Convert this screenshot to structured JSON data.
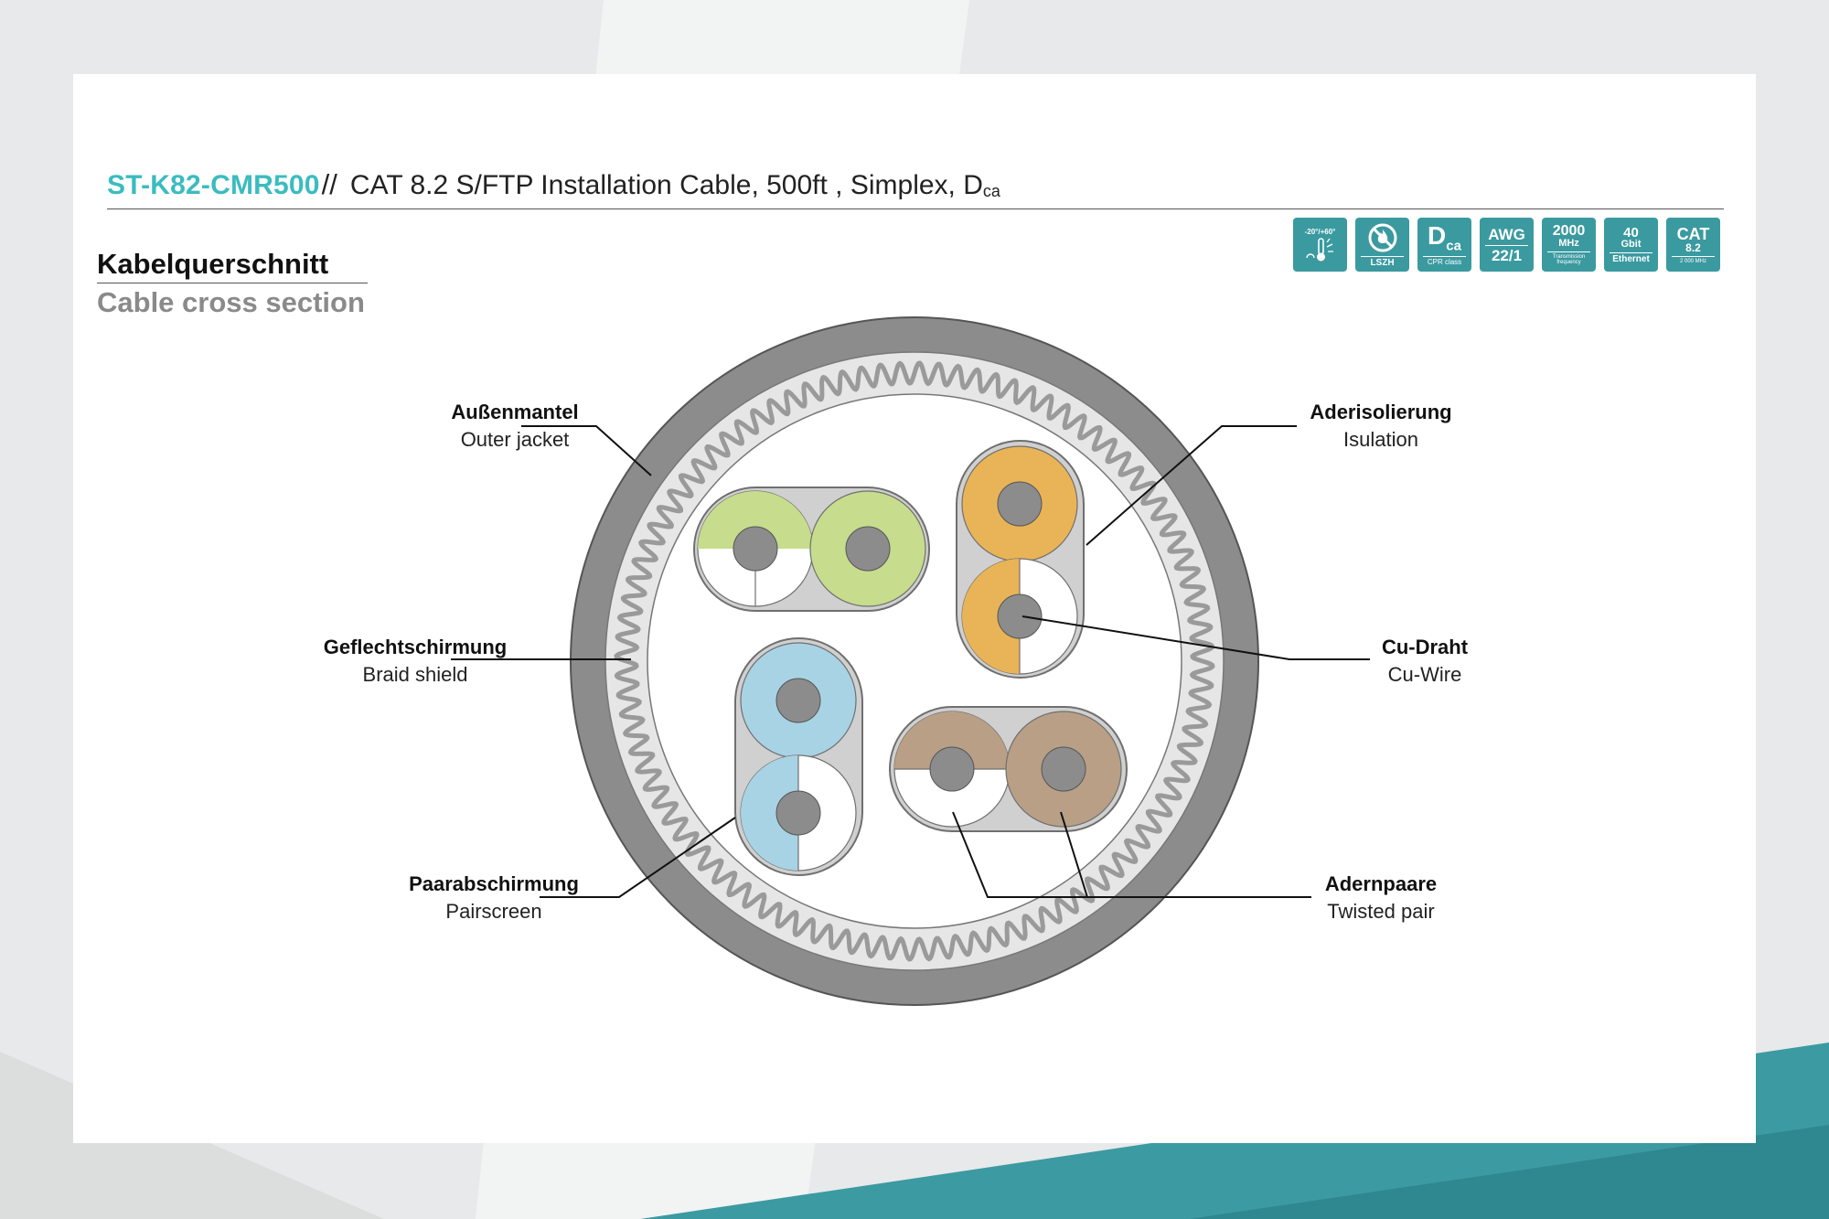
{
  "header": {
    "product_code": "ST-K82-CMR500",
    "separator": "//",
    "description": "CAT 8.2 S/FTP Installation Cable, 500ft , Simplex, D",
    "description_sub": "ca"
  },
  "section": {
    "title_de": "Kabelquerschnitt",
    "title_en": "Cable cross section"
  },
  "badges": [
    {
      "icon": "temperature-icon",
      "top": "-20°/+60°"
    },
    {
      "icon": "flame-free-icon",
      "bottom": "LSZH"
    },
    {
      "main": "D",
      "main_sub": "ca",
      "bottom": "CPR class"
    },
    {
      "top": "AWG",
      "bottom": "22/1"
    },
    {
      "top": "2000",
      "mid": "MHz",
      "bottom": "Transmission frequency"
    },
    {
      "top": "40",
      "mid": "Gbit",
      "bottom": "Ethernet"
    },
    {
      "top": "CAT",
      "mid": "8.2",
      "bottom": "2 000 MHz"
    }
  ],
  "labels": {
    "outer_jacket": {
      "de": "Außenmantel",
      "en": "Outer jacket"
    },
    "insulation": {
      "de": "Aderisolierung",
      "en": "Isulation"
    },
    "braid_shield": {
      "de": "Geflechtschirmung",
      "en": "Braid shield"
    },
    "cu_wire": {
      "de": "Cu-Draht",
      "en": "Cu-Wire"
    },
    "pairscreen": {
      "de": "Paarabschirmung",
      "en": "Pairscreen"
    },
    "twisted_pair": {
      "de": "Adernpaare",
      "en": "Twisted pair"
    }
  },
  "colors": {
    "brand_teal": "#3bbcbf",
    "badge_teal": "#3a9aa0",
    "jacket": "#8c8c8c",
    "pair_green": "#c7dc8c",
    "pair_orange": "#e9b457",
    "pair_blue": "#a8d3e4",
    "pair_brown": "#b89f86",
    "conductor": "#8c8c8c"
  }
}
